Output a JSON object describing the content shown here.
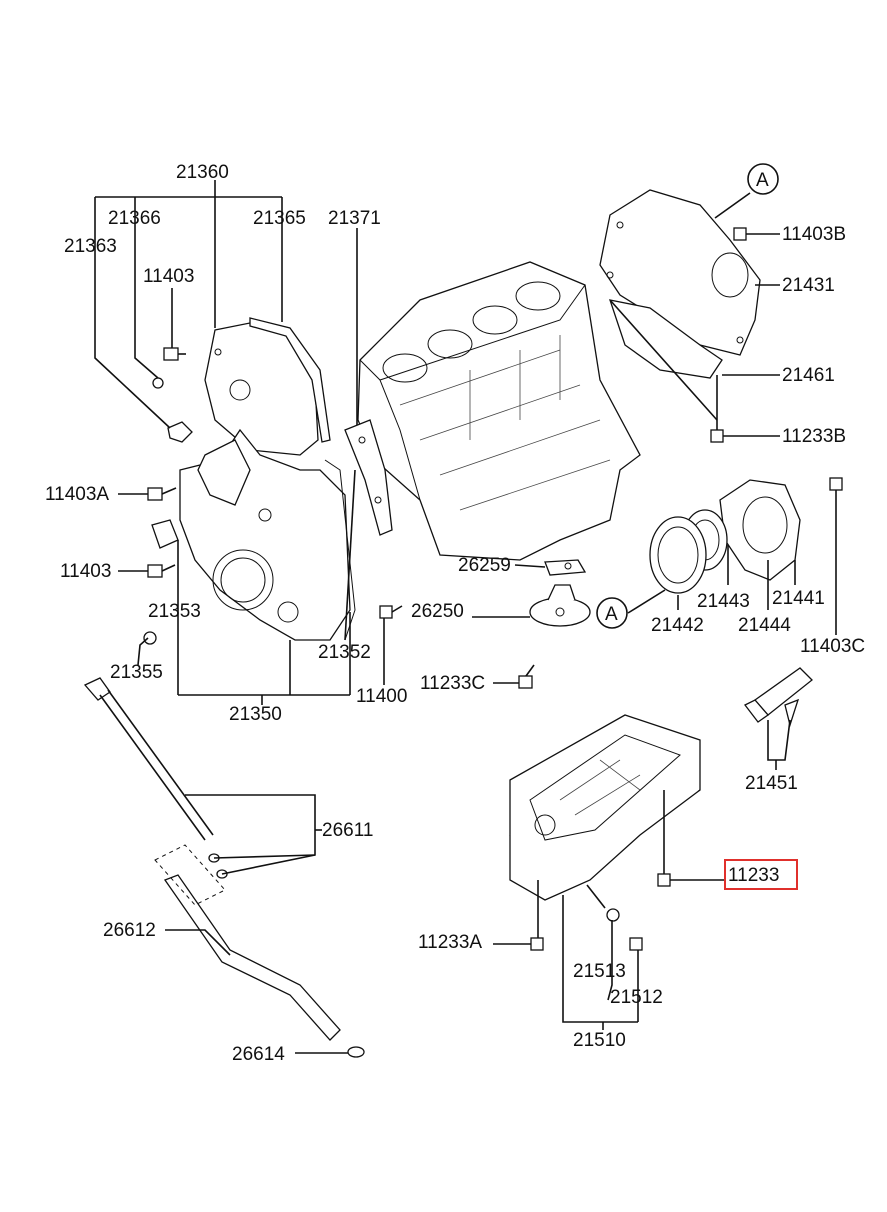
{
  "diagram": {
    "labels": {
      "p21360": "21360",
      "p21366": "21366",
      "p21365": "21365",
      "p21371": "21371",
      "p21363": "21363",
      "p11403_top": "11403",
      "p11403A": "11403A",
      "p11403_mid": "11403",
      "p21353": "21353",
      "p21355": "21355",
      "p21352": "21352",
      "p21350": "21350",
      "p11400": "11400",
      "p26259": "26259",
      "p26250": "26250",
      "p11233C": "11233C",
      "p26611": "26611",
      "p26612": "26612",
      "p26614": "26614",
      "ref_a_top": "A",
      "ref_a_mid": "A",
      "p11403B": "11403B",
      "p21431": "21431",
      "p21461": "21461",
      "p11233B": "11233B",
      "p21443": "21443",
      "p21441": "21441",
      "p21442": "21442",
      "p21444": "21444",
      "p11403C": "11403C",
      "p21451": "21451",
      "p11233": "11233",
      "p11233A": "11233A",
      "p21513": "21513",
      "p21512": "21512",
      "p21510": "21510"
    },
    "highlight_color": "#e0302c",
    "highlighted_part": "11233"
  }
}
